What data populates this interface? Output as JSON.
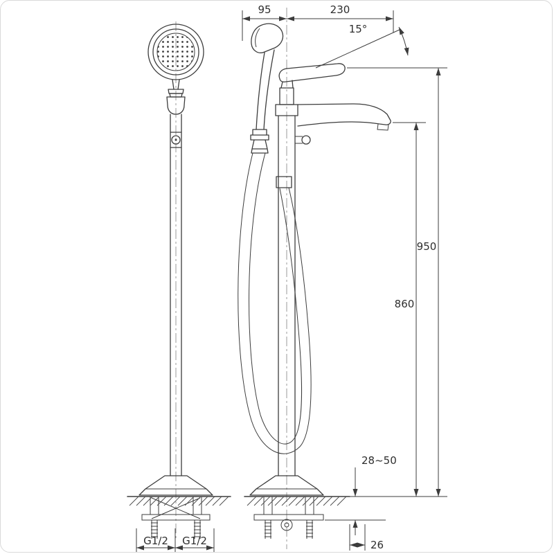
{
  "drawing": {
    "dim_hand_shower_offset": "95",
    "dim_spout_reach": "230",
    "dim_spout_angle": "15°",
    "dim_total_height": "950",
    "dim_spout_height": "860",
    "dim_floor_thickness": "28~50",
    "dim_base_offset": "26",
    "dim_inlet_thread_left": "G1/2",
    "dim_inlet_thread_right": "G1/2"
  },
  "colors": {
    "line": "#3c3c3c",
    "background": "#ffffff"
  }
}
